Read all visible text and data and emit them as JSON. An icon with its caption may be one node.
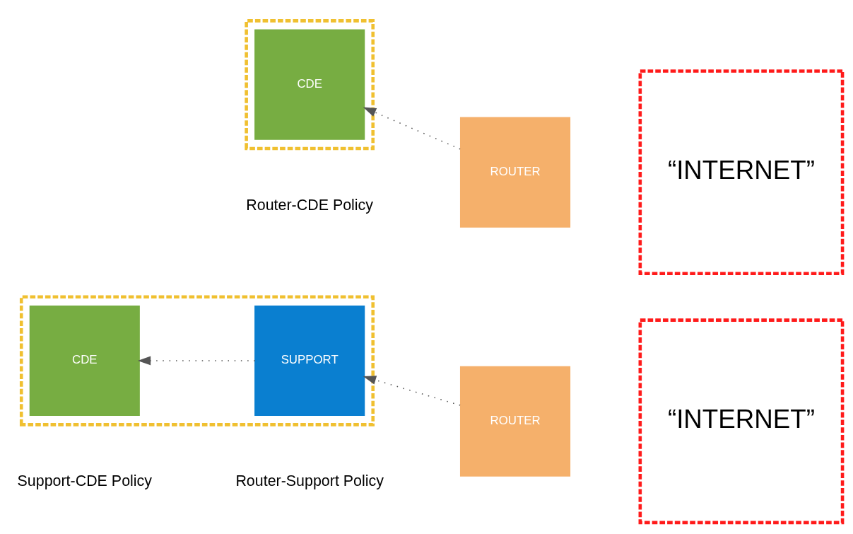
{
  "diagram": {
    "nodes": [
      {
        "text": [],
        "shape": "box"
      },
      {
        "text": [
          "CDE"
        ],
        "in": 0
      },
      {
        "text": [
          "SUPPORT"
        ],
        "in": 0
      },
      {
        "text": [
          "ROUTER"
        ]
      },
      {
        "text": [
          "“INTERNET”"
        ]
      },
      {
        "text": [],
        "shape": "box"
      },
      {
        "text": [
          "CDE"
        ],
        "in": 5
      },
      {
        "text": [
          "ROUTER"
        ]
      },
      {
        "text": [
          "“INTERNET”"
        ]
      }
    ],
    "edges": [
      {
        "from": 3,
        "to": 2,
        "arrow": "to",
        "style": "dashed"
      },
      {
        "from": 2,
        "to": 1,
        "arrow": "to",
        "style": "dashed"
      },
      {
        "from": 7,
        "to": 6,
        "arrow": "to",
        "style": "dashed"
      }
    ],
    "labels": [
      "Support-CDE Policy",
      "Router-Support Policy",
      "Router-CDE Policy"
    ]
  }
}
